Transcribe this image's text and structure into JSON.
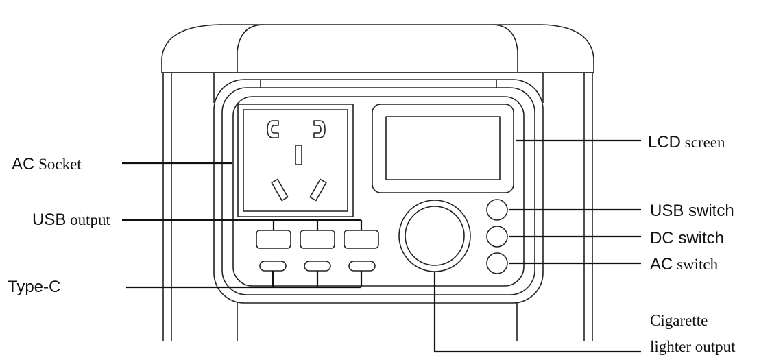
{
  "labels": {
    "ac_socket": {
      "main": "AC",
      "rest": " Socket"
    },
    "usb_output": {
      "main": "USB",
      "rest": " output"
    },
    "type_c": "Type-C",
    "lcd_screen": {
      "main": "LCD",
      "rest": " screen"
    },
    "usb_switch": "USB switch",
    "dc_switch": "DC switch",
    "ac_switch": {
      "main": "AC",
      "rest": " switch"
    },
    "cigarette_line1": "Cigarette",
    "cigarette_line2": "lighter output"
  },
  "colors": {
    "line": "#222222",
    "background": "#ffffff"
  }
}
